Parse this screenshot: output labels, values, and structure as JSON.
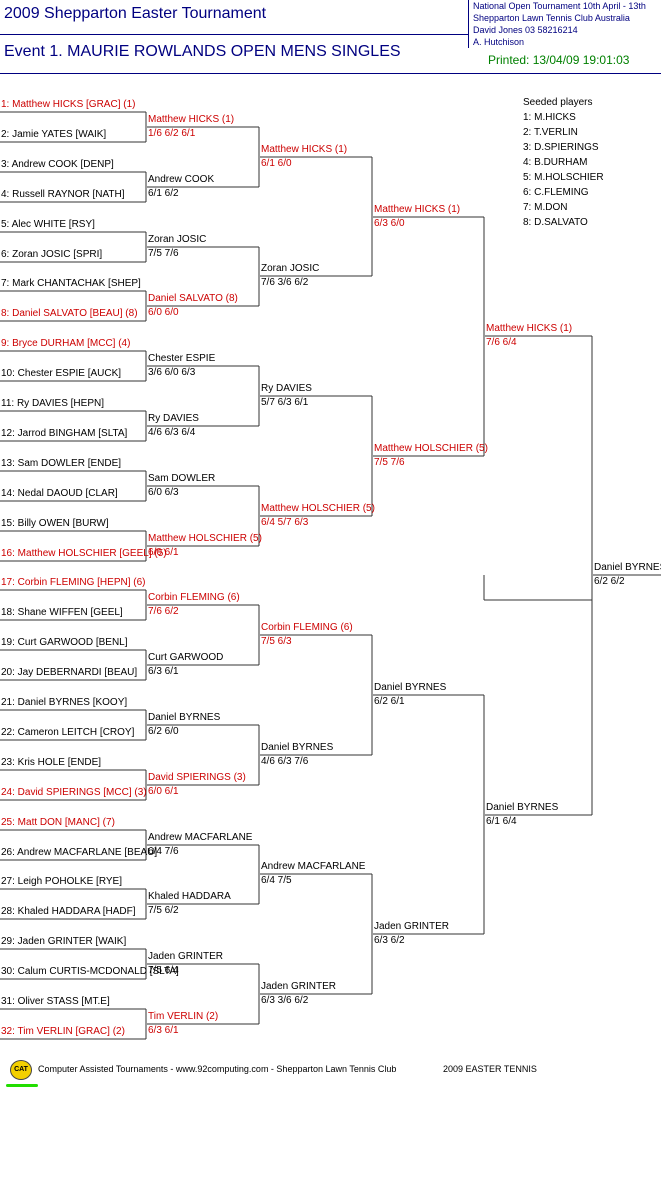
{
  "header": {
    "title": "2009 Shepparton Easter Tournament",
    "event": "Event 1. MAURIE ROWLANDS OPEN MENS SINGLES",
    "info": [
      "National Open Tournament    10th April - 13th",
      "Shepparton Lawn Tennis Club    Australia",
      "David Jones    03 58216214",
      "A. Hutchison"
    ],
    "printed": "Printed: 13/04/09 19:01:03"
  },
  "colors": {
    "accent": "#000080",
    "seed": "#cc0000",
    "printed": "#008000",
    "logo": "#f3d000",
    "logo_underline": "#22dd00"
  },
  "rounds": {
    "r1": [
      {
        "name": "1: Matthew HICKS [GRAC] (1)",
        "seeded": true
      },
      {
        "name": "2: Jamie YATES [WAIK]",
        "seeded": false
      },
      {
        "name": "3: Andrew COOK [DENP]",
        "seeded": false
      },
      {
        "name": "4: Russell RAYNOR [NATH]",
        "seeded": false
      },
      {
        "name": "5: Alec WHITE [RSY]",
        "seeded": false
      },
      {
        "name": "6: Zoran JOSIC [SPRI]",
        "seeded": false
      },
      {
        "name": "7: Mark CHANTACHAK [SHEP]",
        "seeded": false
      },
      {
        "name": "8: Daniel SALVATO [BEAU] (8)",
        "seeded": true
      },
      {
        "name": "9: Bryce DURHAM [MCC] (4)",
        "seeded": true
      },
      {
        "name": "10: Chester ESPIE [AUCK]",
        "seeded": false
      },
      {
        "name": "11: Ry DAVIES [HEPN]",
        "seeded": false
      },
      {
        "name": "12: Jarrod BINGHAM [SLTA]",
        "seeded": false
      },
      {
        "name": "13: Sam DOWLER [ENDE]",
        "seeded": false
      },
      {
        "name": "14: Nedal DAOUD [CLAR]",
        "seeded": false
      },
      {
        "name": "15: Billy OWEN [BURW]",
        "seeded": false
      },
      {
        "name": "16: Matthew HOLSCHIER [GEEL] (5)",
        "seeded": true
      },
      {
        "name": "17: Corbin FLEMING [HEPN] (6)",
        "seeded": true
      },
      {
        "name": "18: Shane WIFFEN [GEEL]",
        "seeded": false
      },
      {
        "name": "19: Curt GARWOOD [BENL]",
        "seeded": false
      },
      {
        "name": "20: Jay DEBERNARDI [BEAU]",
        "seeded": false
      },
      {
        "name": "21: Daniel BYRNES [KOOY]",
        "seeded": false
      },
      {
        "name": "22: Cameron LEITCH [CROY]",
        "seeded": false
      },
      {
        "name": "23: Kris HOLE [ENDE]",
        "seeded": false
      },
      {
        "name": "24: David SPIERINGS [MCC] (3)",
        "seeded": true
      },
      {
        "name": "25: Matt DON [MANC] (7)",
        "seeded": true
      },
      {
        "name": "26: Andrew MACFARLANE [BEAU]",
        "seeded": false
      },
      {
        "name": "27: Leigh POHOLKE [RYE]",
        "seeded": false
      },
      {
        "name": "28: Khaled HADDARA [HADF]",
        "seeded": false
      },
      {
        "name": "29: Jaden GRINTER [WAIK]",
        "seeded": false
      },
      {
        "name": "30: Calum CURTIS-MCDONALD [SLTA]",
        "seeded": false
      },
      {
        "name": "31: Oliver STASS [MT.E]",
        "seeded": false
      },
      {
        "name": "32: Tim VERLIN [GRAC] (2)",
        "seeded": true
      }
    ],
    "r2": [
      {
        "name": "Matthew HICKS (1)",
        "score": "1/6 6/2 6/1",
        "seeded": true
      },
      {
        "name": "Andrew COOK",
        "score": "6/1 6/2",
        "seeded": false
      },
      {
        "name": "Zoran JOSIC",
        "score": "7/5 7/6",
        "seeded": false
      },
      {
        "name": "Daniel SALVATO (8)",
        "score": "6/0 6/0",
        "seeded": true
      },
      {
        "name": "Chester ESPIE",
        "score": "3/6 6/0 6/3",
        "seeded": false
      },
      {
        "name": "Ry DAVIES",
        "score": "4/6 6/3 6/4",
        "seeded": false
      },
      {
        "name": "Sam DOWLER",
        "score": "6/0 6/3",
        "seeded": false
      },
      {
        "name": "Matthew HOLSCHIER (5)",
        "score": "6/0 6/1",
        "seeded": true
      },
      {
        "name": "Corbin FLEMING (6)",
        "score": "7/6 6/2",
        "seeded": true
      },
      {
        "name": "Curt GARWOOD",
        "score": "6/3 6/1",
        "seeded": false
      },
      {
        "name": "Daniel BYRNES",
        "score": "6/2 6/0",
        "seeded": false
      },
      {
        "name": "David SPIERINGS (3)",
        "score": "6/0 6/1",
        "seeded": true
      },
      {
        "name": "Andrew MACFARLANE",
        "score": "6/4 7/6",
        "seeded": false
      },
      {
        "name": "Khaled HADDARA",
        "score": "7/5 6/2",
        "seeded": false
      },
      {
        "name": "Jaden GRINTER",
        "score": "7/5 6/4",
        "seeded": false
      },
      {
        "name": "Tim VERLIN (2)",
        "score": "6/3 6/1",
        "seeded": true
      }
    ],
    "r3": [
      {
        "name": "Matthew HICKS (1)",
        "score": "6/1 6/0",
        "seeded": true
      },
      {
        "name": "Zoran JOSIC",
        "score": "7/6 3/6 6/2",
        "seeded": false
      },
      {
        "name": "Ry DAVIES",
        "score": "5/7 6/3 6/1",
        "seeded": false
      },
      {
        "name": "Matthew HOLSCHIER (5)",
        "score": "6/4 5/7 6/3",
        "seeded": true
      },
      {
        "name": "Corbin FLEMING (6)",
        "score": "7/5 6/3",
        "seeded": true
      },
      {
        "name": "Daniel BYRNES",
        "score": "4/6 6/3 7/6",
        "seeded": false
      },
      {
        "name": "Andrew MACFARLANE",
        "score": "6/4 7/5",
        "seeded": false
      },
      {
        "name": "Jaden GRINTER",
        "score": "6/3 3/6 6/2",
        "seeded": false
      }
    ],
    "r4": [
      {
        "name": "Matthew HICKS (1)",
        "score": "6/3 6/0",
        "seeded": true
      },
      {
        "name": "Matthew HOLSCHIER (5)",
        "score": "7/5 7/6",
        "seeded": true
      },
      {
        "name": "Daniel BYRNES",
        "score": "6/2 6/1",
        "seeded": false
      },
      {
        "name": "Jaden GRINTER",
        "score": "6/3 6/2",
        "seeded": false
      }
    ],
    "r5": [
      {
        "name": "Matthew HICKS (1)",
        "score": "7/6 6/4",
        "seeded": true
      },
      {
        "name": "Daniel BYRNES",
        "score": "6/1 6/4",
        "seeded": false
      }
    ],
    "r6": [
      {
        "name": "Daniel BYRNES",
        "score": "6/2 6/2",
        "seeded": false
      }
    ]
  },
  "seeded_list": {
    "title": "Seeded players",
    "items": [
      "1: M.HICKS",
      "2: T.VERLIN",
      "3: D.SPIERINGS",
      "4: B.DURHAM",
      "5: M.HOLSCHIER",
      "6: C.FLEMING",
      "7: M.DON",
      "8: D.SALVATO"
    ]
  },
  "footer": {
    "logo": "CAT",
    "text": "Computer Assisted Tournaments - www.92computing.com -  Shepparton Lawn Tennis Club",
    "right": "2009 EASTER TENNIS"
  }
}
